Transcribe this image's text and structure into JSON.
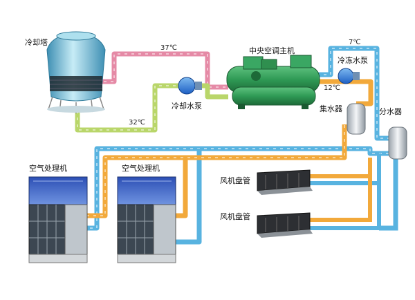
{
  "labels": {
    "cooling_tower": "冷却塔",
    "chiller": "中央空调主机",
    "cooling_pump": "冷却水泵",
    "chilled_pump": "冷冻水泵",
    "collector": "集水器",
    "distributor": "分水器",
    "ahu_1": "空气处理机",
    "ahu_2": "空气处理机",
    "fcu_1": "风机盘管",
    "fcu_2": "风机盘管"
  },
  "temps": {
    "cooling_hot": "37℃",
    "cooling_cold": "32℃",
    "chilled_supply": "7℃",
    "chilled_return": "12℃"
  },
  "colors": {
    "cooling_hot_pipe": "#e58aa6",
    "cooling_cold_pipe": "#b9d66a",
    "chilled_supply_pipe": "#58b3e0",
    "chilled_return_pipe": "#f2a93b",
    "chiller_body": "#2f9a55",
    "tower_body": "#7fc4da"
  }
}
